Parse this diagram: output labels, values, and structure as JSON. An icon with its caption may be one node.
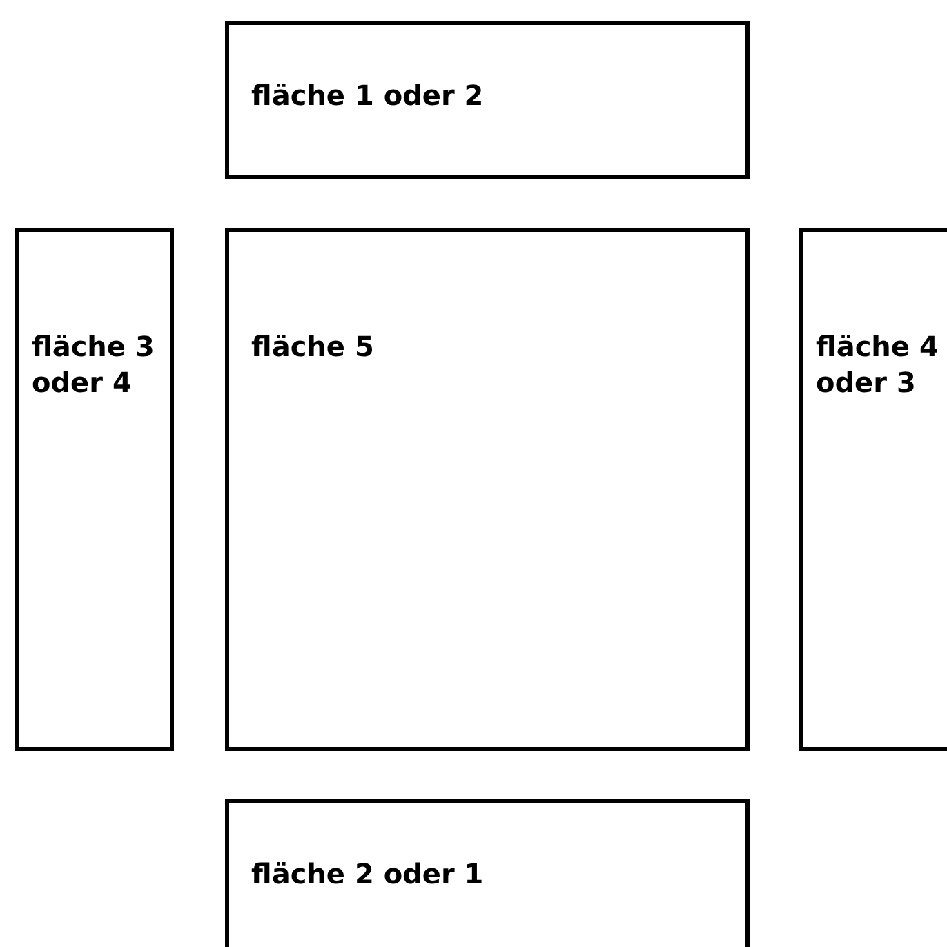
{
  "diagram": {
    "nodes": [
      {
        "text": [
          "fläche 1 oder 2"
        ]
      },
      {
        "text": [
          "fläche 3 oder 4"
        ]
      },
      {
        "text": [
          "fläche 5"
        ]
      },
      {
        "text": [
          "fläche 4 oder 3"
        ]
      },
      {
        "text": [
          "fläche 2 oder 1"
        ]
      }
    ]
  }
}
